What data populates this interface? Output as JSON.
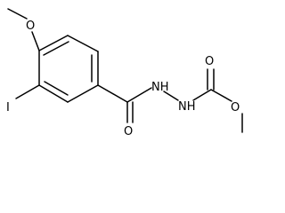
{
  "structure": {
    "atoms": {
      "o_methoxy": "O",
      "iodine": "I",
      "o_carbonyl_amide": "O",
      "nh_amide": "NH",
      "nh_carbamate": "NH",
      "o_carbonyl_ester": "O",
      "o_ester": "O"
    }
  }
}
